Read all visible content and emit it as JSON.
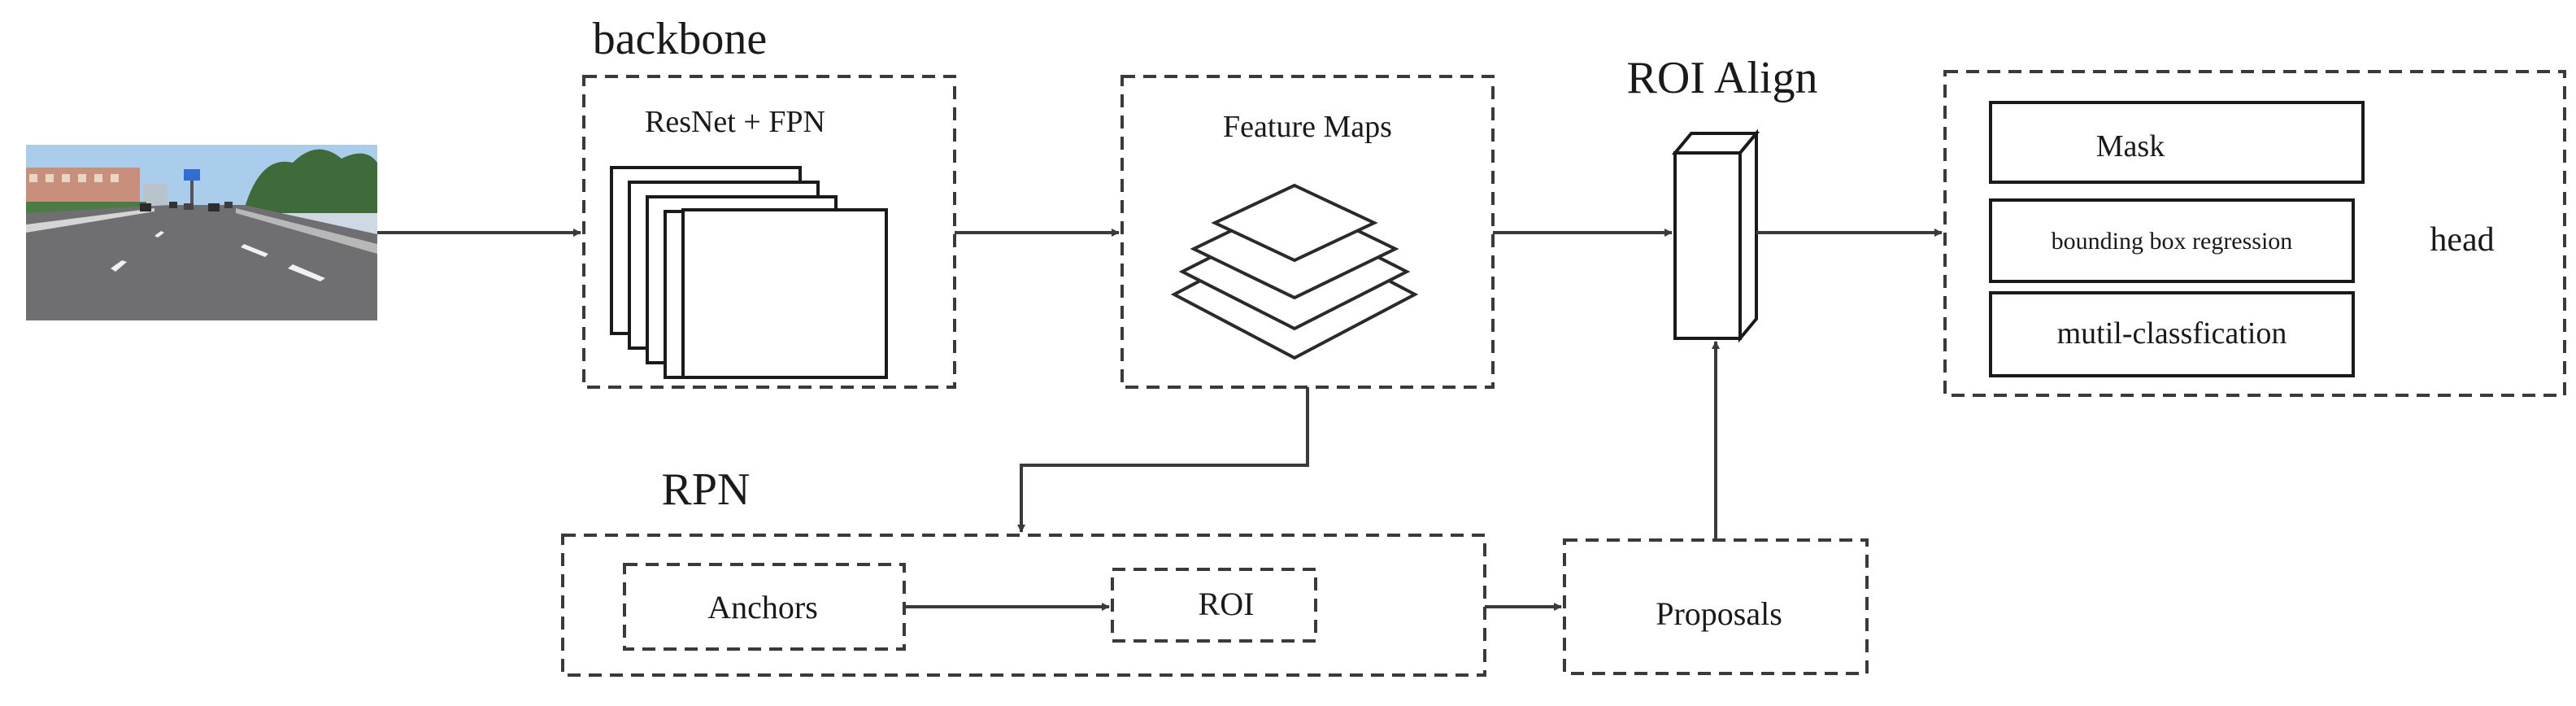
{
  "diagram": {
    "backbone": {
      "title": "backbone",
      "label": "ResNet + FPN"
    },
    "feature_maps": {
      "label": "Feature Maps"
    },
    "roi_align": {
      "title": "ROI Align"
    },
    "head": {
      "label": "head",
      "items": [
        "Mask",
        "bounding box regression",
        "mutil-classfication"
      ]
    },
    "rpn": {
      "title": "RPN",
      "anchors": "Anchors",
      "roi": "ROI"
    },
    "proposals": {
      "label": "Proposals"
    }
  },
  "colors": {
    "line": "#3a3a3a",
    "road": "#6f6f72",
    "sky": "#9fc6e6",
    "trees": "#3f6a3a"
  }
}
